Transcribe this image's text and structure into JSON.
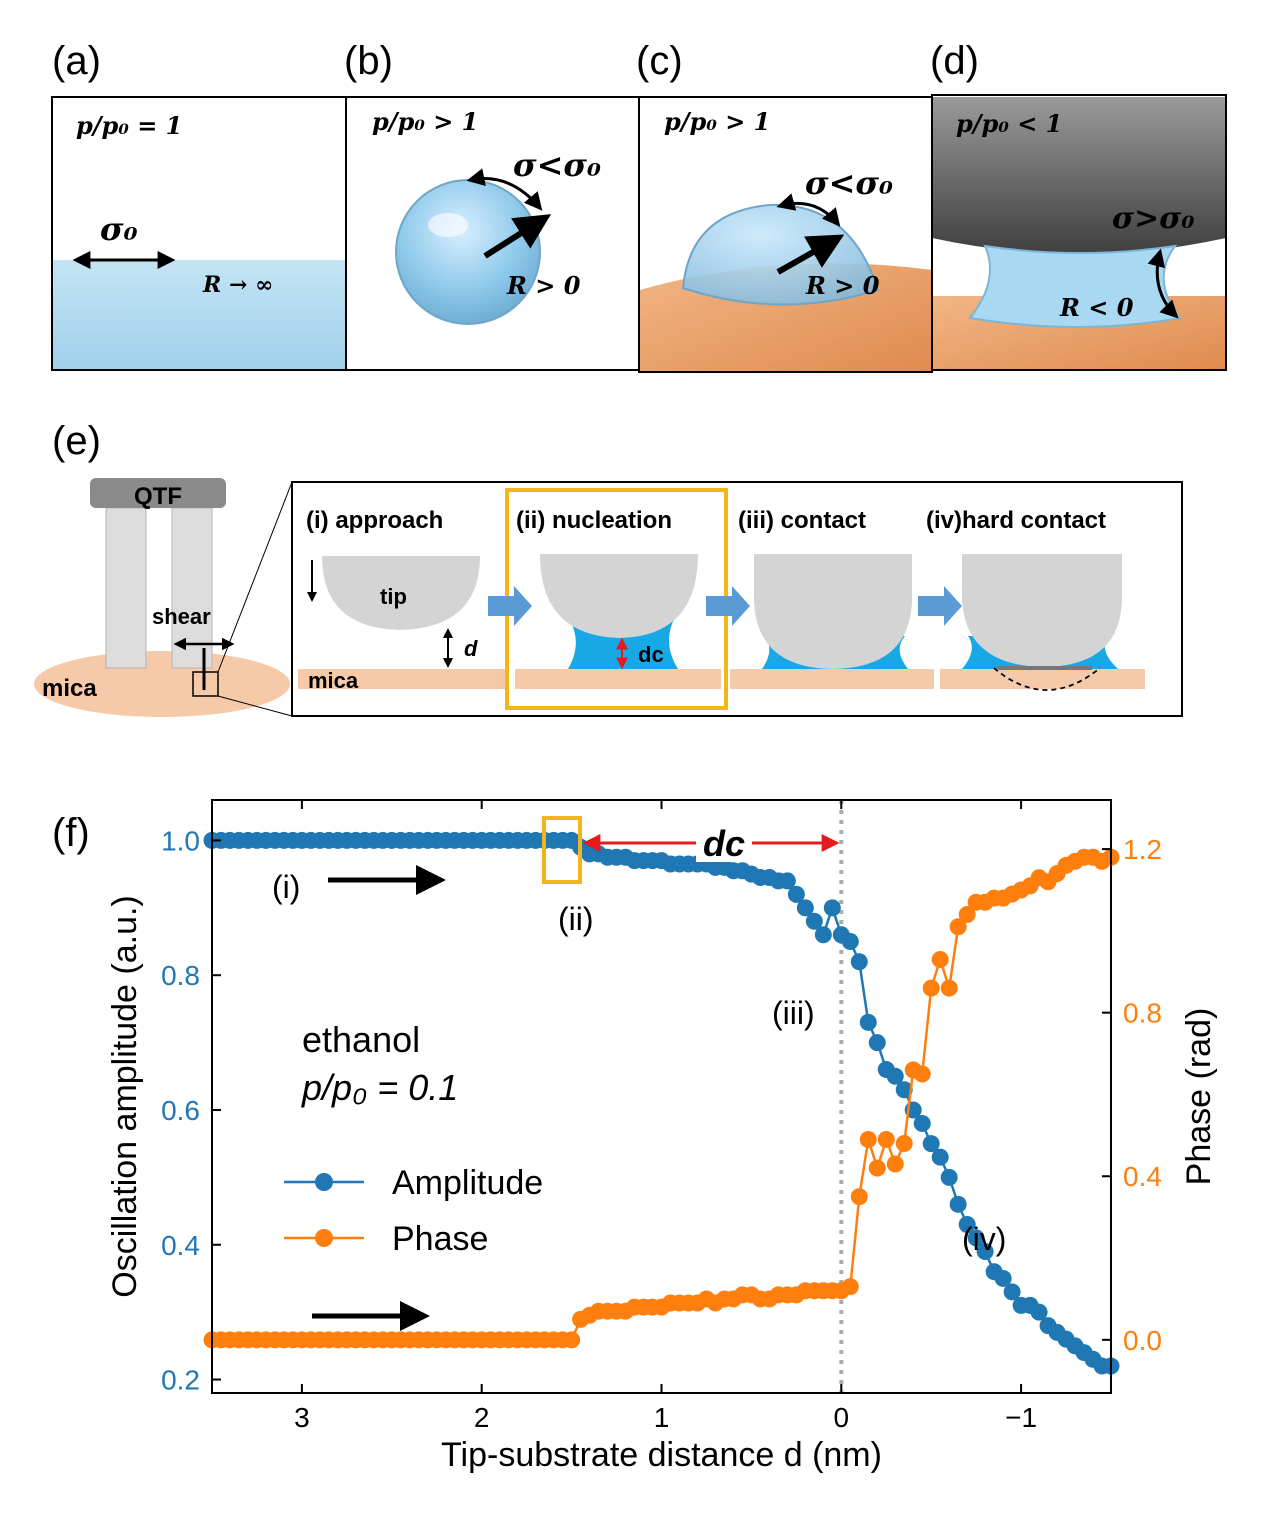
{
  "panels": {
    "a": {
      "label": "(a)",
      "ratio": "p/p₀ = 1",
      "sigma": "σ₀",
      "radius": "R → ∞"
    },
    "b": {
      "label": "(b)",
      "ratio": "p/p₀ > 1",
      "sigma": "σ<σ₀",
      "radius": "R > 0"
    },
    "c": {
      "label": "(c)",
      "ratio": "p/p₀ > 1",
      "sigma": "σ<σ₀",
      "radius": "R > 0"
    },
    "d": {
      "label": "(d)",
      "ratio": "p/p₀ < 1",
      "sigma": "σ>σ₀",
      "radius": "R < 0"
    },
    "e": {
      "label": "(e)",
      "qtf": "QTF",
      "shear": "shear",
      "mica": "mica",
      "steps": [
        "(i) approach",
        "(ii) nucleation",
        "(iii) contact",
        "(iv)hard contact"
      ],
      "tip": "tip",
      "d": "d",
      "dc": "dc"
    },
    "f": {
      "label": "(f)"
    }
  },
  "colors": {
    "amplitude": "#1f77b4",
    "phase": "#ff7f0e",
    "water": "#27a9e1",
    "mica": "#f6c9a8",
    "highlight": "#f2b51c",
    "red": "#e8191c"
  },
  "chart_data": {
    "type": "line",
    "xlabel": "Tip-substrate distance d (nm)",
    "ylabel_left": "Oscillation amplitude (a.u.)",
    "ylabel_right": "Phase (rad)",
    "xlim": [
      3.5,
      -1.5
    ],
    "ylim_left": [
      0.18,
      1.06
    ],
    "ylim_right": [
      -0.13,
      1.32
    ],
    "x_ticks": [
      3,
      2,
      1,
      0,
      -1
    ],
    "x_tick_labels": [
      "3",
      "2",
      "1",
      "0",
      "−1"
    ],
    "y_left_ticks": [
      "0.2",
      "0.4",
      "0.6",
      "0.8",
      "1.0"
    ],
    "y_right_ticks": [
      "0.0",
      "0.4",
      "0.8",
      "1.2"
    ],
    "legend": [
      "Amplitude",
      "Phase"
    ],
    "annotations": {
      "sample": "ethanol",
      "ratio": "p/p₀ = 0.1",
      "i": "(i)",
      "ii": "(ii)",
      "iii": "(iii)",
      "iv": "(iv)",
      "dc": "dc"
    },
    "series": [
      {
        "name": "Amplitude",
        "axis": "left",
        "x": [
          3.5,
          3.45,
          3.4,
          3.35,
          3.3,
          3.25,
          3.2,
          3.15,
          3.1,
          3.05,
          3.0,
          2.95,
          2.9,
          2.85,
          2.8,
          2.75,
          2.7,
          2.65,
          2.6,
          2.55,
          2.5,
          2.45,
          2.4,
          2.35,
          2.3,
          2.25,
          2.2,
          2.15,
          2.1,
          2.05,
          2.0,
          1.95,
          1.9,
          1.85,
          1.8,
          1.75,
          1.7,
          1.65,
          1.6,
          1.55,
          1.5,
          1.45,
          1.4,
          1.35,
          1.3,
          1.25,
          1.2,
          1.15,
          1.1,
          1.05,
          1.0,
          0.95,
          0.9,
          0.85,
          0.8,
          0.75,
          0.7,
          0.65,
          0.6,
          0.55,
          0.5,
          0.45,
          0.4,
          0.35,
          0.3,
          0.25,
          0.2,
          0.15,
          0.1,
          0.05,
          0.0,
          -0.05,
          -0.1,
          -0.15,
          -0.2,
          -0.25,
          -0.3,
          -0.35,
          -0.4,
          -0.45,
          -0.5,
          -0.55,
          -0.6,
          -0.65,
          -0.7,
          -0.75,
          -0.8,
          -0.85,
          -0.9,
          -0.95,
          -1.0,
          -1.05,
          -1.1,
          -1.15,
          -1.2,
          -1.25,
          -1.3,
          -1.35,
          -1.4,
          -1.45,
          -1.5
        ],
        "y": [
          1.0,
          1.0,
          1.0,
          1.0,
          1.0,
          1.0,
          1.0,
          1.0,
          1.0,
          1.0,
          1.0,
          1.0,
          1.0,
          1.0,
          1.0,
          1.0,
          1.0,
          1.0,
          1.0,
          1.0,
          1.0,
          1.0,
          1.0,
          1.0,
          1.0,
          1.0,
          1.0,
          1.0,
          1.0,
          1.0,
          1.0,
          1.0,
          1.0,
          1.0,
          1.0,
          1.0,
          1.0,
          1.0,
          1.0,
          1.0,
          1.0,
          0.99,
          0.98,
          0.98,
          0.975,
          0.975,
          0.975,
          0.97,
          0.97,
          0.97,
          0.97,
          0.965,
          0.965,
          0.965,
          0.965,
          0.965,
          0.96,
          0.96,
          0.955,
          0.955,
          0.95,
          0.945,
          0.945,
          0.94,
          0.94,
          0.92,
          0.9,
          0.88,
          0.86,
          0.9,
          0.86,
          0.85,
          0.82,
          0.73,
          0.7,
          0.66,
          0.65,
          0.63,
          0.6,
          0.58,
          0.55,
          0.53,
          0.5,
          0.46,
          0.43,
          0.41,
          0.39,
          0.36,
          0.35,
          0.33,
          0.31,
          0.31,
          0.3,
          0.28,
          0.27,
          0.26,
          0.25,
          0.24,
          0.23,
          0.22,
          0.22
        ]
      },
      {
        "name": "Phase",
        "axis": "right",
        "x": [
          3.5,
          3.45,
          3.4,
          3.35,
          3.3,
          3.25,
          3.2,
          3.15,
          3.1,
          3.05,
          3.0,
          2.95,
          2.9,
          2.85,
          2.8,
          2.75,
          2.7,
          2.65,
          2.6,
          2.55,
          2.5,
          2.45,
          2.4,
          2.35,
          2.3,
          2.25,
          2.2,
          2.15,
          2.1,
          2.05,
          2.0,
          1.95,
          1.9,
          1.85,
          1.8,
          1.75,
          1.7,
          1.65,
          1.6,
          1.55,
          1.5,
          1.45,
          1.4,
          1.35,
          1.3,
          1.25,
          1.2,
          1.15,
          1.1,
          1.05,
          1.0,
          0.95,
          0.9,
          0.85,
          0.8,
          0.75,
          0.7,
          0.65,
          0.6,
          0.55,
          0.5,
          0.45,
          0.4,
          0.35,
          0.3,
          0.25,
          0.2,
          0.15,
          0.1,
          0.05,
          0.0,
          -0.05,
          -0.1,
          -0.15,
          -0.2,
          -0.25,
          -0.3,
          -0.35,
          -0.4,
          -0.45,
          -0.5,
          -0.55,
          -0.6,
          -0.65,
          -0.7,
          -0.75,
          -0.8,
          -0.85,
          -0.9,
          -0.95,
          -1.0,
          -1.05,
          -1.1,
          -1.15,
          -1.2,
          -1.25,
          -1.3,
          -1.35,
          -1.4,
          -1.45,
          -1.5
        ],
        "y": [
          0.0,
          0.0,
          0.0,
          0.0,
          0.0,
          0.0,
          0.0,
          0.0,
          0.0,
          0.0,
          0.0,
          0.0,
          0.0,
          0.0,
          0.0,
          0.0,
          0.0,
          0.0,
          0.0,
          0.0,
          0.0,
          0.0,
          0.0,
          0.0,
          0.0,
          0.0,
          0.0,
          0.0,
          0.0,
          0.0,
          0.0,
          0.0,
          0.0,
          0.0,
          0.0,
          0.0,
          0.0,
          0.0,
          0.0,
          0.0,
          0.0,
          0.05,
          0.06,
          0.07,
          0.07,
          0.07,
          0.07,
          0.08,
          0.08,
          0.08,
          0.08,
          0.09,
          0.09,
          0.09,
          0.09,
          0.1,
          0.09,
          0.1,
          0.1,
          0.11,
          0.11,
          0.1,
          0.1,
          0.11,
          0.11,
          0.11,
          0.12,
          0.12,
          0.12,
          0.12,
          0.12,
          0.13,
          0.35,
          0.49,
          0.42,
          0.49,
          0.43,
          0.48,
          0.66,
          0.65,
          0.86,
          0.93,
          0.86,
          1.01,
          1.04,
          1.07,
          1.07,
          1.08,
          1.08,
          1.09,
          1.1,
          1.11,
          1.13,
          1.12,
          1.14,
          1.16,
          1.17,
          1.18,
          1.18,
          1.17,
          1.18
        ]
      }
    ]
  }
}
